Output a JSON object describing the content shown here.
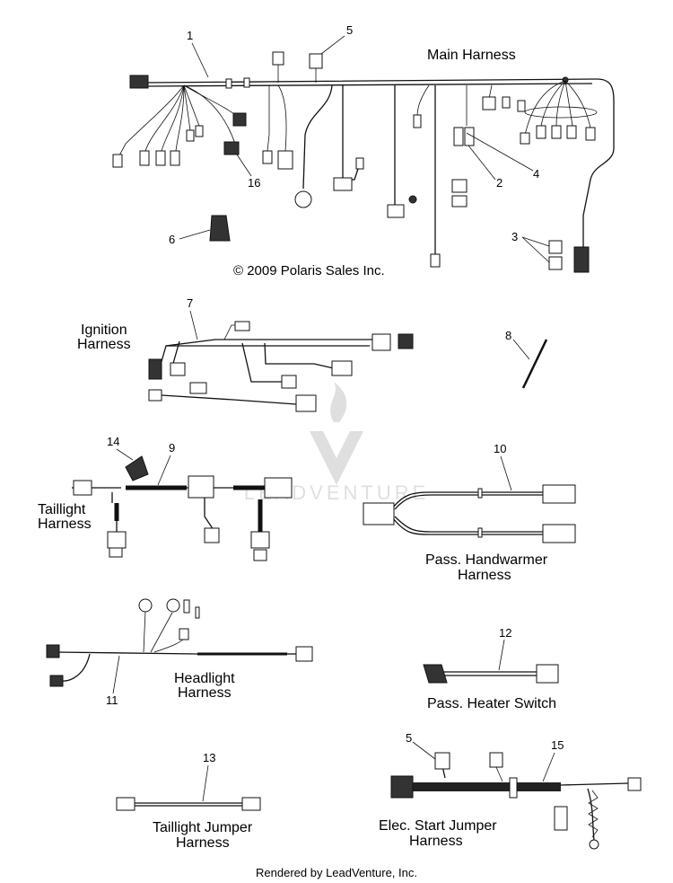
{
  "titles": {
    "main": "Main Harness",
    "ignition": [
      "Ignition",
      "Harness"
    ],
    "taillight": [
      "Taillight",
      "Harness"
    ],
    "handwarmer": [
      "Pass. Handwarmer",
      "Harness"
    ],
    "headlight": [
      "Headlight",
      "Harness"
    ],
    "heater": "Pass. Heater Switch",
    "taillight_jumper": [
      "Taillight Jumper",
      "Harness"
    ],
    "elec_start": [
      "Elec. Start Jumper",
      "Harness"
    ]
  },
  "copyright": "© 2009 Polaris Sales Inc.",
  "footer": "Rendered by LeadVenture, Inc.",
  "watermark": "LEADVENTURE",
  "callouts": {
    "c1": "1",
    "c2": "2",
    "c3": "3",
    "c4": "4",
    "c5a": "5",
    "c5b": "5",
    "c6": "6",
    "c7": "7",
    "c8": "8",
    "c9": "9",
    "c10": "10",
    "c11": "11",
    "c12": "12",
    "c13": "13",
    "c14": "14",
    "c15": "15",
    "c16": "16"
  }
}
